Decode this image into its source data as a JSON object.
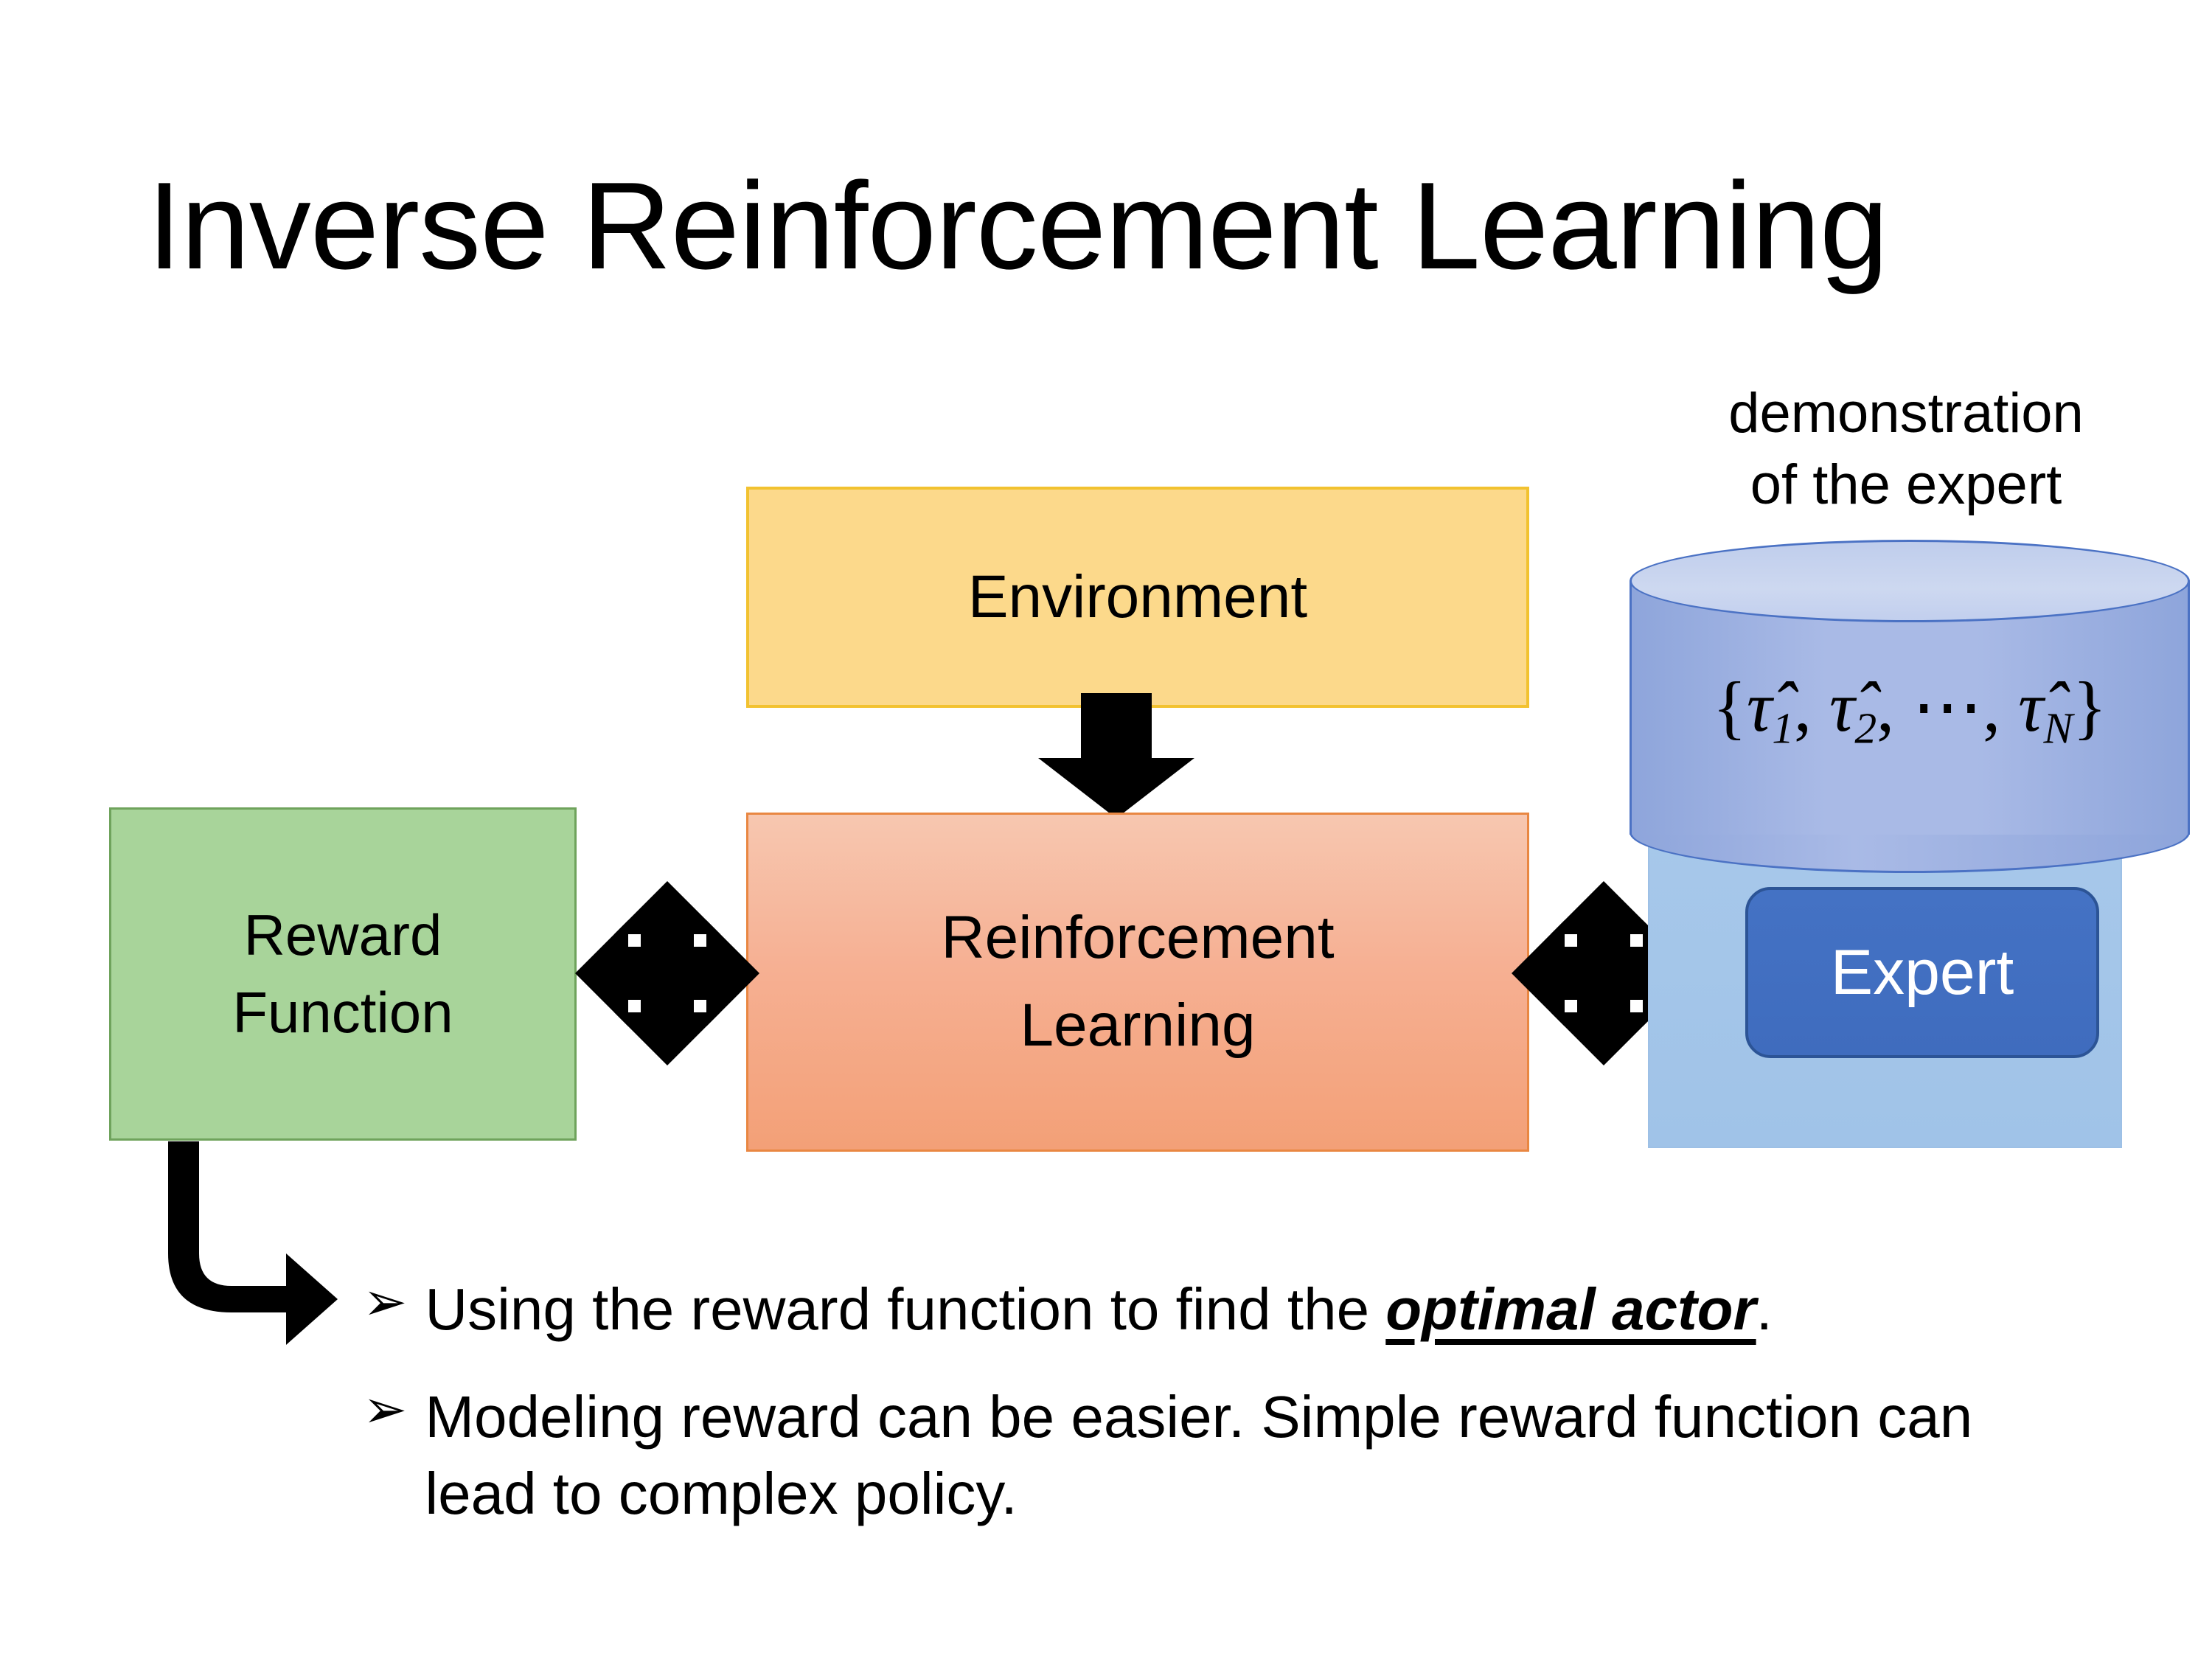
{
  "slide": {
    "title": "Inverse Reinforcement Learning",
    "background_color": "#FFFFFF"
  },
  "diagram": {
    "nodes": [
      {
        "id": "environment",
        "label": "Environment",
        "fill_color": "#FCD98B",
        "border_color": "#F2C230"
      },
      {
        "id": "reinforcement-learning",
        "label_line1": "Reinforcement",
        "label_line2": "Learning",
        "fill_color": "#F6B093",
        "border_color": "#E98742"
      },
      {
        "id": "reward-function",
        "label_line1": "Reward",
        "label_line2": "Function",
        "fill_color": "#A8D49A",
        "border_color": "#6FA35C"
      },
      {
        "id": "expert",
        "label": "Expert",
        "fill_color": "#4472C4",
        "border_color": "#2C5496",
        "text_color": "#FFFFFF"
      }
    ],
    "demonstration": {
      "caption_line1": "demonstration",
      "caption_line2": "of the expert",
      "cylinder_fill": "#A9BAE6",
      "cylinder_border": "#4B72C4",
      "panel_fill": "#A7C8EA",
      "formula": {
        "open_brace": "{",
        "term1": "τ̂",
        "sub1": "1",
        "sep1": ", ",
        "term2": "τ̂",
        "sub2": "2",
        "sep2": ", ⋯, ",
        "term3": "τ̂",
        "sub3": "N",
        "close_brace": "}",
        "plain": "{τ̂1, τ̂2, ⋯, τ̂N}"
      }
    },
    "connectors": [
      {
        "id": "environment-to-rl",
        "icon": "arrow-down-icon",
        "color": "#000000"
      },
      {
        "id": "reward-to-rl",
        "icon": "arrow-left-right-icon",
        "color": "#000000"
      },
      {
        "id": "rl-to-expert",
        "icon": "arrow-left-right-icon",
        "color": "#000000"
      },
      {
        "id": "reward-to-bullets",
        "icon": "elbow-arrow-icon",
        "color": "#000000"
      }
    ]
  },
  "bullets": [
    {
      "marker": "➢",
      "text_before": "Using the reward function to find the ",
      "emphasis": "optimal actor",
      "text_after": "."
    },
    {
      "marker": "➢",
      "text_before": "Modeling reward can be easier. Simple reward function can lead to complex policy.",
      "emphasis": "",
      "text_after": ""
    }
  ]
}
